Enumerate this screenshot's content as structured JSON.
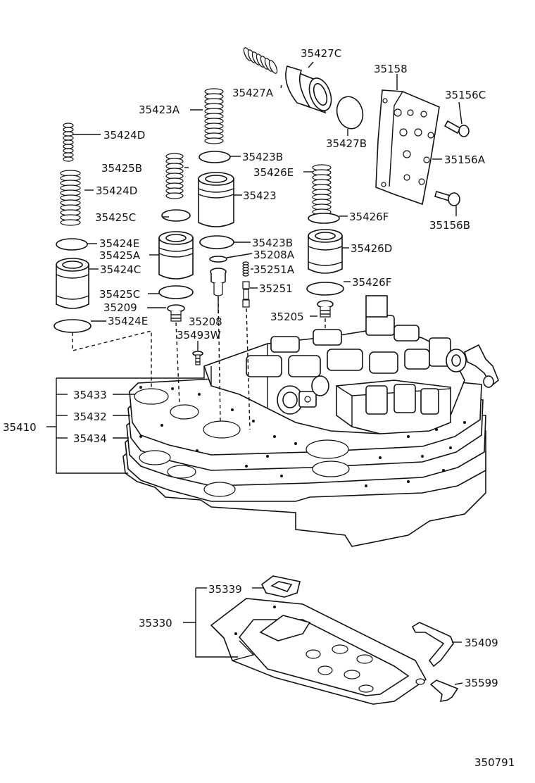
{
  "labels": {
    "p35427C": "35427C",
    "p35427A": "35427A",
    "p35427B": "35427B",
    "p35158": "35158",
    "p35156C": "35156C",
    "p35156A": "35156A",
    "p35156B": "35156B",
    "p35423A": "35423A",
    "p35424D_top": "35424D",
    "p35423B_top": "35423B",
    "p35425B": "35425B",
    "p35426E": "35426E",
    "p35424D_bot": "35424D",
    "p35423": "35423",
    "p35425C_top": "35425C",
    "p35426F_top": "35426F",
    "p35424E_top": "35424E",
    "p35423B_bot": "35423B",
    "p35425A": "35425A",
    "p35208A": "35208A",
    "p35426D": "35426D",
    "p35424C": "35424C",
    "p35251A": "35251A",
    "p35426F_bot": "35426F",
    "p35425C_bot": "35425C",
    "p35251": "35251",
    "p35209": "35209",
    "p35208": "35208",
    "p35205": "35205",
    "p35424E_bot": "35424E",
    "p35493W": "35493W",
    "p35433": "35433",
    "p35432": "35432",
    "p35410": "35410",
    "p35434": "35434",
    "p35339": "35339",
    "p35330": "35330",
    "p35409": "35409",
    "p35599": "35599",
    "figure_code": "350791"
  }
}
